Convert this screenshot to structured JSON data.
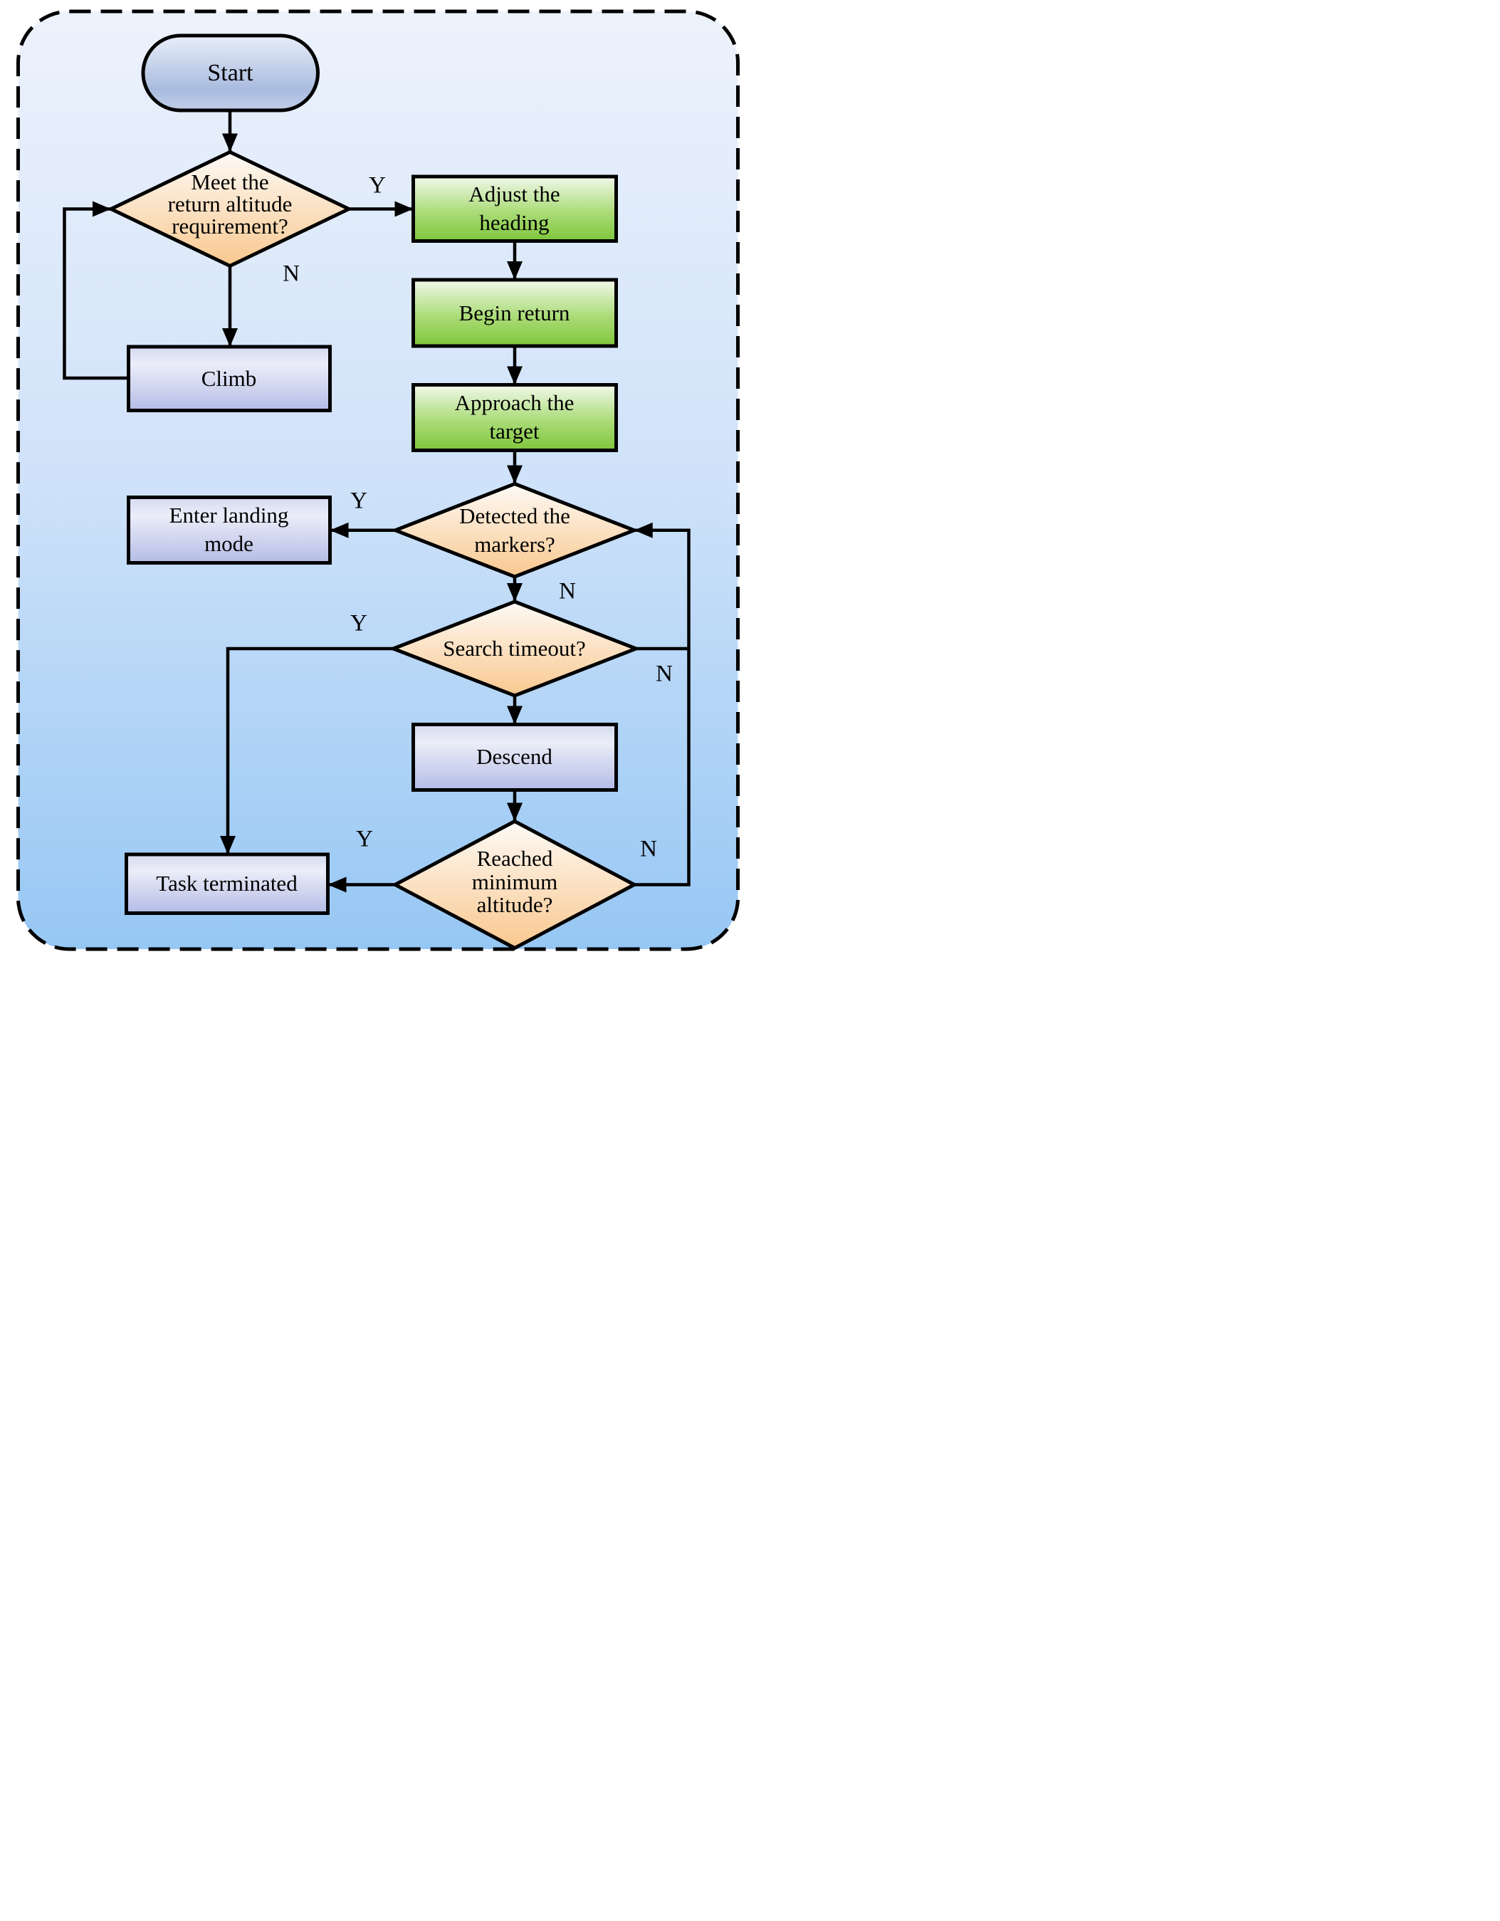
{
  "flowchart": {
    "nodes": {
      "start": {
        "label": "Start",
        "shape": "terminator"
      },
      "meet_altitude": {
        "label": "Meet the\nreturn altitude\nrequirement?",
        "shape": "decision"
      },
      "adjust_heading": {
        "label": "Adjust the\nheading",
        "shape": "action"
      },
      "begin_return": {
        "label": "Begin return",
        "shape": "action"
      },
      "approach_target": {
        "label": "Approach the\ntarget",
        "shape": "action"
      },
      "climb": {
        "label": "Climb",
        "shape": "process"
      },
      "detected_markers": {
        "label": "Detected the\nmarkers?",
        "shape": "decision"
      },
      "enter_landing_mode": {
        "label": "Enter landing\nmode",
        "shape": "process"
      },
      "search_timeout": {
        "label": "Search timeout?",
        "shape": "decision"
      },
      "descend": {
        "label": "Descend",
        "shape": "process"
      },
      "reached_min_altitude": {
        "label": "Reached\nminimum\naltitude?",
        "shape": "decision"
      },
      "task_terminated": {
        "label": "Task terminated",
        "shape": "process"
      }
    },
    "branch_labels": {
      "meet_altitude_yes": "Y",
      "meet_altitude_no": "N",
      "detected_markers_yes": "Y",
      "detected_markers_no": "N",
      "search_timeout_yes": "Y",
      "search_timeout_no": "N",
      "reached_min_altitude_yes": "Y",
      "reached_min_altitude_no": "N"
    },
    "edges": [
      {
        "from": "start",
        "to": "meet_altitude",
        "label": ""
      },
      {
        "from": "meet_altitude",
        "to": "adjust_heading",
        "label": "Y"
      },
      {
        "from": "meet_altitude",
        "to": "climb",
        "label": "N"
      },
      {
        "from": "climb",
        "to": "meet_altitude",
        "label": ""
      },
      {
        "from": "adjust_heading",
        "to": "begin_return",
        "label": ""
      },
      {
        "from": "begin_return",
        "to": "approach_target",
        "label": ""
      },
      {
        "from": "approach_target",
        "to": "detected_markers",
        "label": ""
      },
      {
        "from": "detected_markers",
        "to": "enter_landing_mode",
        "label": "Y"
      },
      {
        "from": "detected_markers",
        "to": "search_timeout",
        "label": "N"
      },
      {
        "from": "search_timeout",
        "to": "task_terminated",
        "label": "Y"
      },
      {
        "from": "search_timeout",
        "to": "descend",
        "label": ""
      },
      {
        "from": "search_timeout",
        "to": "detected_markers",
        "label": "N"
      },
      {
        "from": "descend",
        "to": "reached_min_altitude",
        "label": ""
      },
      {
        "from": "reached_min_altitude",
        "to": "task_terminated",
        "label": "Y"
      },
      {
        "from": "reached_min_altitude",
        "to": "detected_markers",
        "label": "N"
      }
    ],
    "colors": {
      "background_top": "#edf2fc",
      "background_mid": "#cfe2f9",
      "background_bottom": "#96c7f4",
      "decision_top": "#fdfaf6",
      "decision_bottom": "#f9c88f",
      "action_top": "#f2f8eb",
      "action_mid": "#abdc78",
      "action_bottom": "#7fc63c",
      "process_top": "#d4daf0",
      "process_mid": "#ebedf8",
      "process_bottom": "#b4bce6",
      "terminator_top": "#e9eef8",
      "terminator_mid": "#a9bcdf",
      "terminator_bottom": "#c0cde8",
      "outline": "#000000"
    }
  }
}
